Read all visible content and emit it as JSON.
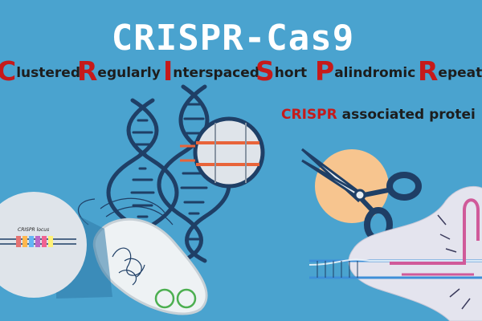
{
  "title": "CRISPR-Cas9",
  "acronym": [
    {
      "cap": "C",
      "rest": "lustered"
    },
    {
      "cap": "R",
      "rest": "egularly"
    },
    {
      "cap": "I",
      "rest": "nterspaced"
    },
    {
      "cap": "S",
      "rest": "hort"
    },
    {
      "cap": "P",
      "rest": "alindromic"
    },
    {
      "cap": "R",
      "rest": "epeats"
    }
  ],
  "associated": {
    "highlight": "CRISPR",
    "rest": " associated protei"
  },
  "locus_label": "CRISPR locus",
  "colors": {
    "background": "#4aa3cf",
    "accent_red": "#c61a1a",
    "dna": "#1f3f66",
    "bacterium": "#eef2f4",
    "scissors_handle": "#1f3f66",
    "scissors_blade": "#e8eef2",
    "peach": "#f7c58f",
    "guide_rna": "#d05a9a",
    "cas9_blob": "#e4e4ee"
  }
}
